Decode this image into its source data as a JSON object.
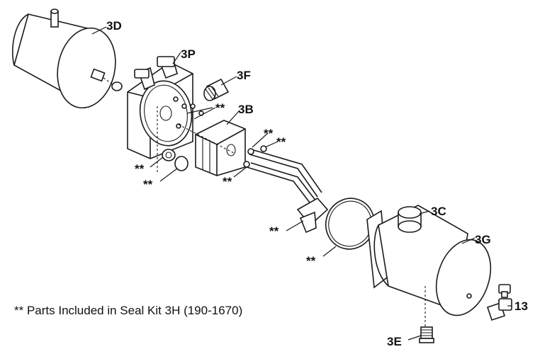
{
  "diagram": {
    "labels": {
      "p3d": "3D",
      "p3p": "3P",
      "p3f": "3F",
      "p3b": "3B",
      "p3c": "3C",
      "p3g": "3G",
      "p3e": "3E",
      "p13": "13",
      "seal": "**"
    },
    "note": "** Parts Included in Seal Kit 3H (190-1670)"
  }
}
